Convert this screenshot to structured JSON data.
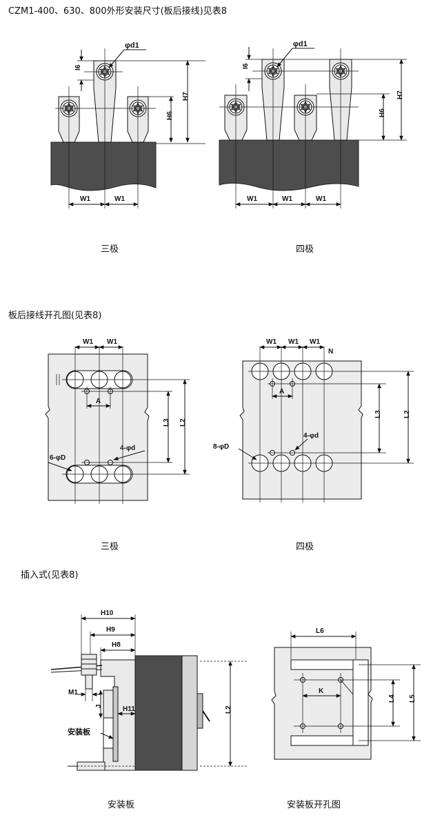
{
  "section1": {
    "heading": "CZM1-400、630、800外形安装尺寸(板后接线)见表8",
    "left_caption": "三极",
    "right_caption": "四极",
    "labels": {
      "phi_d1": "φd1",
      "i6": "I6",
      "h6": "H6",
      "h7": "H7",
      "w1": "W1"
    }
  },
  "section2": {
    "heading": "板后接线开孔图(见表8)",
    "left_caption": "三极",
    "right_caption": "四极",
    "labels": {
      "w1": "W1",
      "a": "A",
      "l3": "L3",
      "l2": "L2",
      "n": "N",
      "six_phi_D": "6-φD",
      "four_phi_d": "4-φd",
      "eight_phi_D": "8-φD"
    }
  },
  "section3": {
    "heading": "插入式(见表8)",
    "left_caption": "安装板",
    "right_caption": "安装板开孔图",
    "labels": {
      "h10": "H10",
      "h9": "H9",
      "h8": "H8",
      "m1": "M1",
      "h11": "H11",
      "j": "J",
      "mount_plate": "安装板",
      "l2": "L2",
      "l6": "L6",
      "k": "K",
      "l4": "L4",
      "l5": "L5"
    }
  }
}
